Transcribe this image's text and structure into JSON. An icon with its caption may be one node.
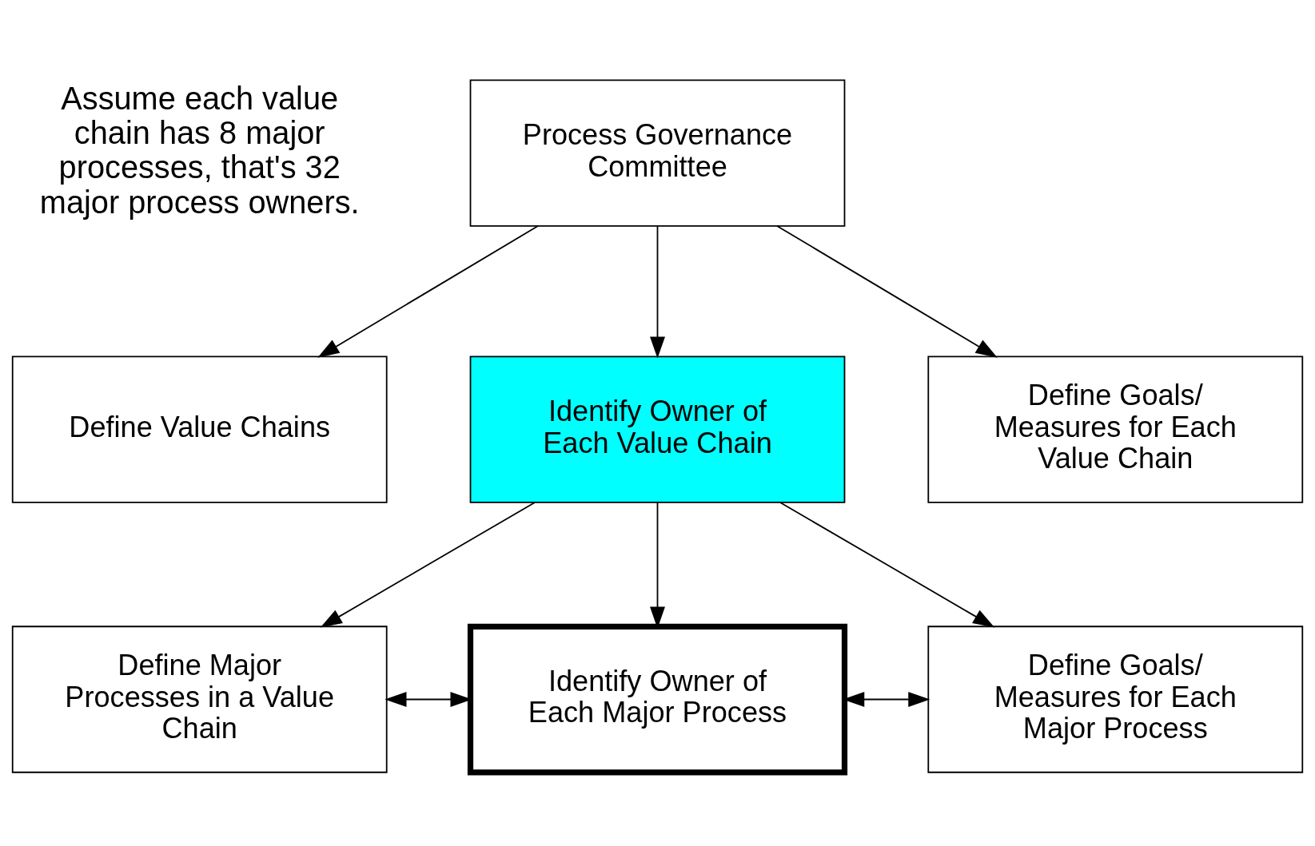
{
  "diagram": {
    "nodes": [
      {
        "text": [
          "Process Governance Committee"
        ]
      },
      {
        "text": [
          "Define Value Chains"
        ]
      },
      {
        "text": [
          "Identify Owner of Each Value Chain"
        ]
      },
      {
        "text": [
          "Define Goals/ Measures for Each Value Chain"
        ]
      },
      {
        "text": [
          "Define Major Processes in a Value Chain"
        ]
      },
      {
        "text": [
          "Identify Owner of Each Major Process"
        ]
      },
      {
        "text": [
          "Define Goals/ Measures for Each Major Process"
        ]
      }
    ],
    "edges": [
      {
        "from": 0,
        "to": 1,
        "arrow": "to"
      },
      {
        "from": 0,
        "to": 2,
        "arrow": "to"
      },
      {
        "from": 0,
        "to": 3,
        "arrow": "to"
      },
      {
        "from": 2,
        "to": 4,
        "arrow": "to"
      },
      {
        "from": 2,
        "to": 5,
        "arrow": "to"
      },
      {
        "from": 2,
        "to": 6,
        "arrow": "to"
      },
      {
        "from": 4,
        "to": 5,
        "arrow": "both"
      },
      {
        "from": 5,
        "to": 6,
        "arrow": "both"
      }
    ],
    "labels": [
      "Assume each value chain has 8 major processes, that's 32 major process owners."
    ]
  }
}
